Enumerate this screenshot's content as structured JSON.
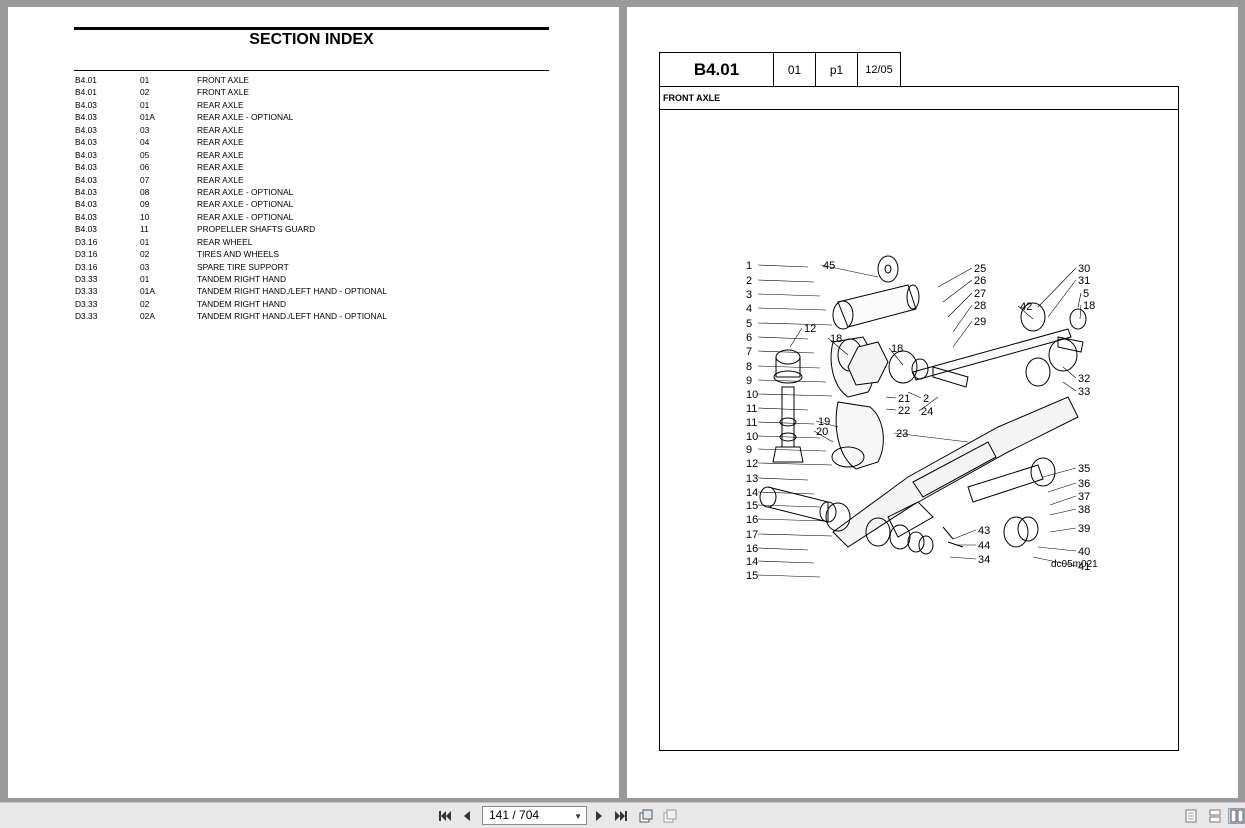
{
  "section_index": {
    "title": "SECTION INDEX",
    "rows": [
      {
        "section": "B4.01",
        "no": "01",
        "description": "FRONT AXLE"
      },
      {
        "section": "B4.01",
        "no": "02",
        "description": "FRONT AXLE"
      },
      {
        "section": "B4.03",
        "no": "01",
        "description": "REAR AXLE"
      },
      {
        "section": "B4.03",
        "no": "01A",
        "description": "REAR AXLE - OPTIONAL"
      },
      {
        "section": "B4.03",
        "no": "03",
        "description": "REAR AXLE"
      },
      {
        "section": "B4.03",
        "no": "04",
        "description": "REAR AXLE"
      },
      {
        "section": "B4.03",
        "no": "05",
        "description": "REAR AXLE"
      },
      {
        "section": "B4.03",
        "no": "06",
        "description": "REAR AXLE"
      },
      {
        "section": "B4.03",
        "no": "07",
        "description": "REAR AXLE"
      },
      {
        "section": "B4.03",
        "no": "08",
        "description": "REAR AXLE - OPTIONAL"
      },
      {
        "section": "B4.03",
        "no": "09",
        "description": "REAR AXLE - OPTIONAL"
      },
      {
        "section": "B4.03",
        "no": "10",
        "description": "REAR AXLE - OPTIONAL"
      },
      {
        "section": "B4.03",
        "no": "11",
        "description": "PROPELLER SHAFTS GUARD"
      },
      {
        "section": "D3.16",
        "no": "01",
        "description": "REAR WHEEL"
      },
      {
        "section": "D3.16",
        "no": "02",
        "description": "TIRES AND WHEELS"
      },
      {
        "section": "D3.16",
        "no": "03",
        "description": "SPARE TIRE SUPPORT"
      },
      {
        "section": "D3.33",
        "no": "01",
        "description": "TANDEM RIGHT HAND"
      },
      {
        "section": "D3.33",
        "no": "01A",
        "description": "TANDEM RIGHT HAND./LEFT HAND - OPTIONAL"
      },
      {
        "section": "D3.33",
        "no": "02",
        "description": "TANDEM RIGHT HAND"
      },
      {
        "section": "D3.33",
        "no": "02A",
        "description": "TANDEM RIGHT HAND./LEFT HAND - OPTIONAL"
      }
    ]
  },
  "parts_page": {
    "code": "B4.01",
    "number": "01",
    "page": "p1",
    "date": "12/05",
    "title": "FRONT AXLE",
    "diagram_ref": "dc05m021",
    "callouts_left": [
      "1",
      "2",
      "3",
      "4",
      "5",
      "6",
      "7",
      "8",
      "9",
      "10",
      "11",
      "11",
      "10",
      "9",
      "12",
      "13",
      "14",
      "15",
      "16",
      "17",
      "16",
      "14",
      "15"
    ],
    "callouts_mid": [
      "45",
      "12",
      "18",
      "18",
      "21",
      "22",
      "2",
      "24",
      "19",
      "20",
      "23"
    ],
    "callouts_right_top": [
      "25",
      "26",
      "27",
      "28",
      "29",
      "30",
      "31",
      "42",
      "5",
      "18"
    ],
    "callouts_right": [
      "32",
      "33",
      "35",
      "36",
      "37",
      "38",
      "39",
      "43",
      "44",
      "34",
      "40",
      "41"
    ]
  },
  "toolbar": {
    "page_indicator": "141 / 704",
    "icons": [
      "first-page-icon",
      "prev-page-icon",
      "next-page-icon",
      "last-page-icon",
      "rotate-icon",
      "copy-icon",
      "single-page-icon",
      "continuous-icon",
      "facing-pages-icon"
    ]
  }
}
